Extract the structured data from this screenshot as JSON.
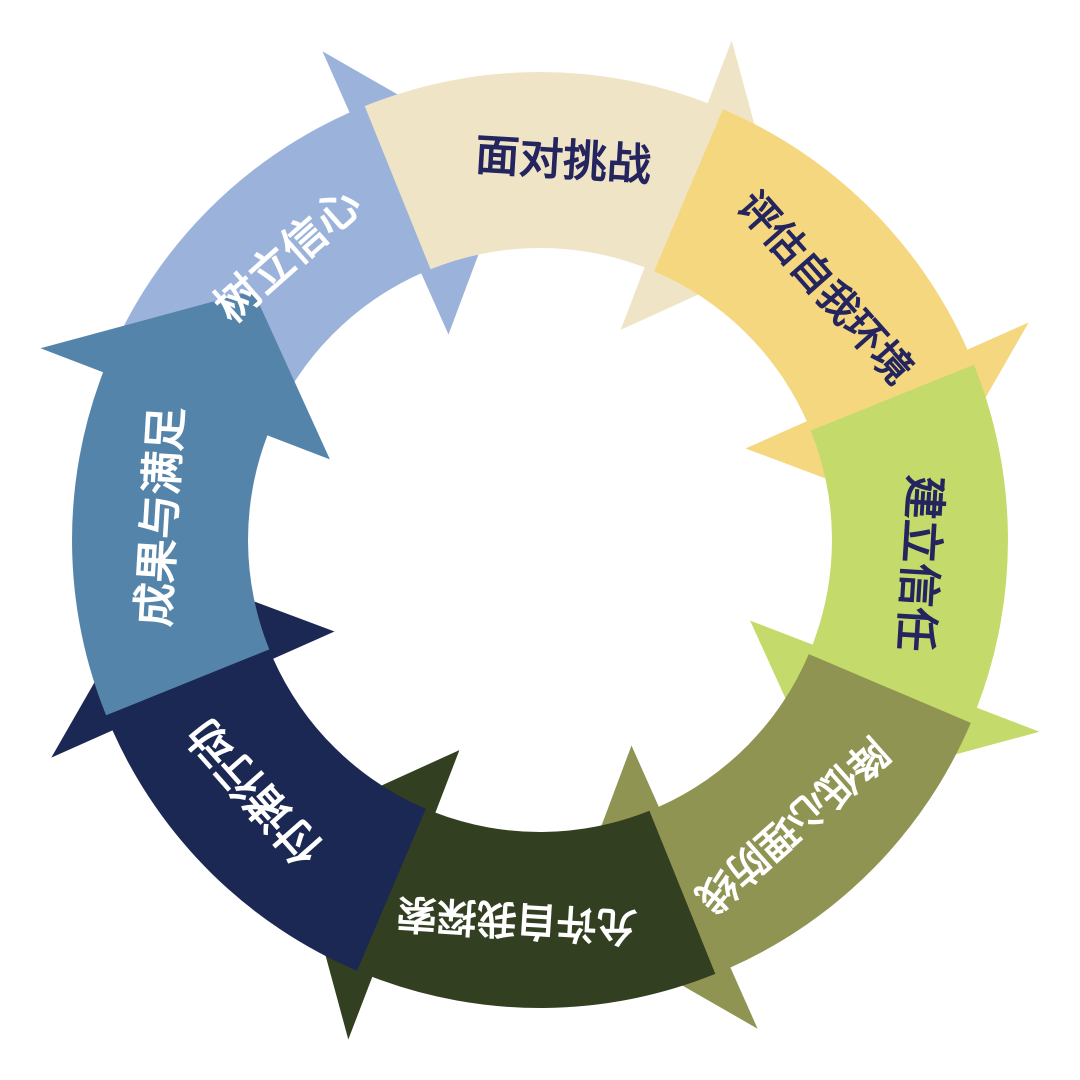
{
  "diagram": {
    "type": "cycle",
    "direction": "clockwise",
    "segments": [
      {
        "id": "face-challenge",
        "label": "面对挑战",
        "color": "#efe5c6",
        "text_color": "#24245e"
      },
      {
        "id": "assess-self-environment",
        "label": "评估自我环境",
        "color": "#f4d77f",
        "text_color": "#24245e"
      },
      {
        "id": "build-trust",
        "label": "建立信任",
        "color": "#c4da6a",
        "text_color": "#24245e"
      },
      {
        "id": "reduce-psych-barrier",
        "label": "降低心理防线",
        "color": "#8f9452",
        "text_color": "#ffffff"
      },
      {
        "id": "allow-self-exploration",
        "label": "允许自我探索",
        "color": "#323f20",
        "text_color": "#ffffff"
      },
      {
        "id": "act",
        "label": "付诸行动",
        "color": "#1b2853",
        "text_color": "#ffffff"
      },
      {
        "id": "results-satisfaction",
        "label": "成果与满足",
        "color": "#5584ab",
        "text_color": "#ffffff"
      },
      {
        "id": "build-confidence",
        "label": "树立信心",
        "color": "#9bb3da",
        "text_color": "#ffffff"
      }
    ]
  }
}
